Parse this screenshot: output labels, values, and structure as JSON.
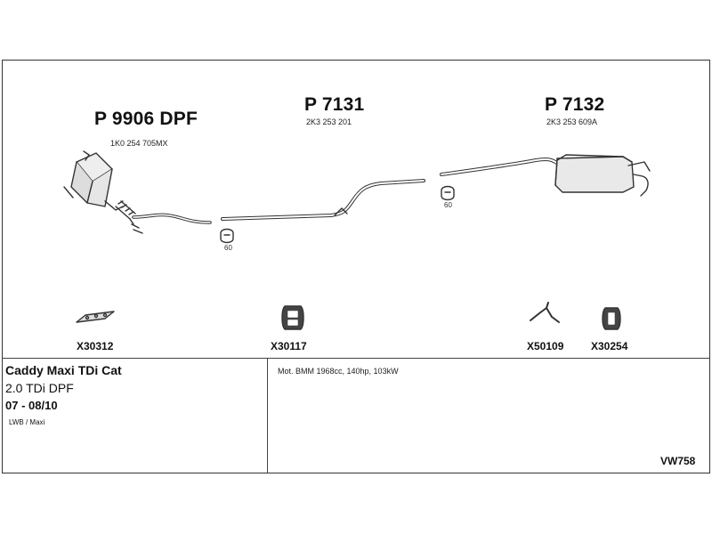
{
  "parts": [
    {
      "number": "P 9906 DPF",
      "oem": "1K0 254 705MX"
    },
    {
      "number": "P 7131",
      "oem": "2K3 253 201"
    },
    {
      "number": "P 7132",
      "oem": "2K3 253 609A"
    }
  ],
  "clamp_sizes": [
    "60",
    "60"
  ],
  "accessories": [
    "X30312",
    "X30117",
    "X50109",
    "X30254"
  ],
  "vehicle": {
    "model": "Caddy Maxi TDi Cat",
    "engine": "2.0 TDi DPF",
    "years": "07 - 08/10",
    "body": "LWB / Maxi"
  },
  "notes": "Mot. BMM 1968cc, 140hp, 103kW",
  "reference": "VW758"
}
